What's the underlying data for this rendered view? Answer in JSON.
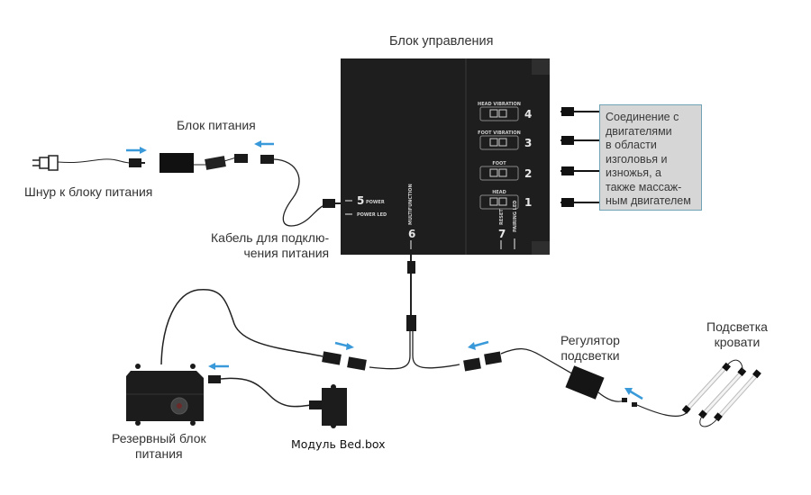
{
  "labels": {
    "control_unit": "Блок управления",
    "power_supply": "Блок питания",
    "power_cord": "Шнур к блоку питания",
    "power_cable": [
      "Кабель для подклю-",
      "чения питания"
    ],
    "backup_power": [
      "Резервный блок",
      "питания"
    ],
    "bedbox_module": "Модуль Bed.box",
    "light_regulator": [
      "Регулятор",
      "подсветки"
    ],
    "bed_lighting": [
      "Подсветка",
      "кровати"
    ]
  },
  "note": {
    "lines": [
      "Соединение с",
      "двигателями",
      "в области",
      "изголовья и",
      "изножья, а",
      "также массаж-",
      "ным двигателем"
    ]
  },
  "control_box": {
    "ports": [
      {
        "number": "4",
        "label": "HEAD VIBRATION"
      },
      {
        "number": "3",
        "label": "FOOT VIBRATION"
      },
      {
        "number": "2",
        "label": "FOOT"
      },
      {
        "number": "1",
        "label": "HEAD"
      }
    ],
    "power": {
      "number": "5",
      "label": "POWER",
      "led_label": "POWER LED"
    },
    "multifunction": {
      "number": "6",
      "label": "MULTIFUNCTION"
    },
    "reset": {
      "number": "7",
      "label": "RESET",
      "pairing_label": "PAIRING LED"
    }
  },
  "colors": {
    "arrow": "#3a9ad9",
    "device": "#1c1c1c",
    "note_bg": "#d6d6d6",
    "note_border": "#6fa3b5"
  }
}
